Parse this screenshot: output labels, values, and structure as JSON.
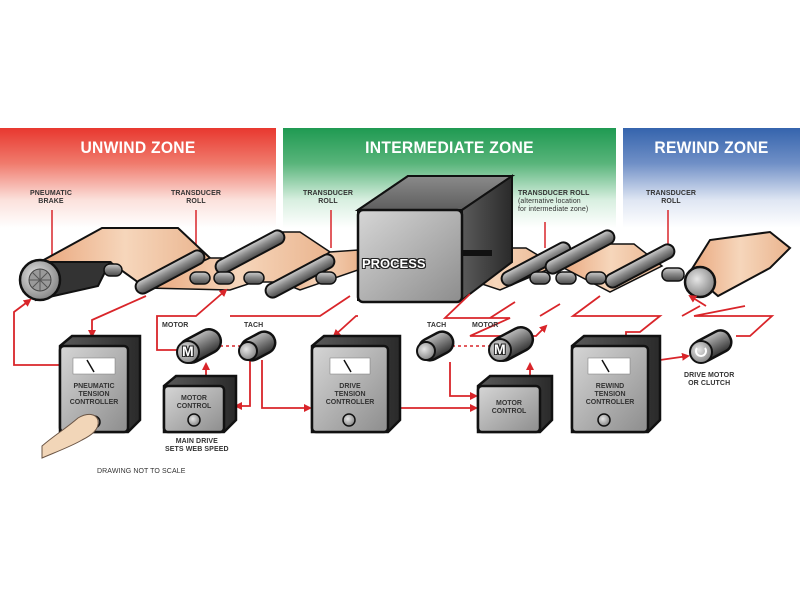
{
  "zones": {
    "unwind": {
      "title": "UNWIND ZONE",
      "color": "#e8382f"
    },
    "intermediate": {
      "title": "INTERMEDIATE ZONE",
      "color": "#1f9a52"
    },
    "rewind": {
      "title": "REWIND ZONE",
      "color": "#3564ad"
    }
  },
  "labels": {
    "pneumatic_brake": [
      "PNEUMATIC",
      "BRAKE"
    ],
    "transducer_roll_1": [
      "TRANSDUCER",
      "ROLL"
    ],
    "transducer_roll_2": [
      "TRANSDUCER",
      "ROLL"
    ],
    "transducer_roll_3": [
      "TRANSDUCER ROLL",
      "(alternative location",
      "for intermediate zone)"
    ],
    "transducer_roll_4": [
      "TRANSDUCER",
      "ROLL"
    ],
    "process": "PROCESS",
    "motor_1": "MOTOR",
    "tach_1": "TACH",
    "tach_2": "TACH",
    "motor_2": "MOTOR",
    "motor_symbol": "M",
    "main_drive": [
      "MAIN DRIVE",
      "SETS WEB SPEED"
    ],
    "drive_motor_clutch": [
      "DRIVE MOTOR",
      "OR CLUTCH"
    ],
    "footnote": "DRAWING NOT TO SCALE"
  },
  "controllers": {
    "pneumatic": [
      "PNEUMATIC",
      "TENSION",
      "CONTROLLER"
    ],
    "motor_control_1": [
      "MOTOR",
      "CONTROL"
    ],
    "drive": [
      "DRIVE",
      "TENSION",
      "CONTROLLER"
    ],
    "motor_control_2": [
      "MOTOR",
      "CONTROL"
    ],
    "rewind": [
      "REWIND",
      "TENSION",
      "CONTROLLER"
    ]
  },
  "colors": {
    "signal_line": "#d9252a",
    "web": "#f2c7a4",
    "roller": "#8a8a8a",
    "outline": "#111111"
  }
}
